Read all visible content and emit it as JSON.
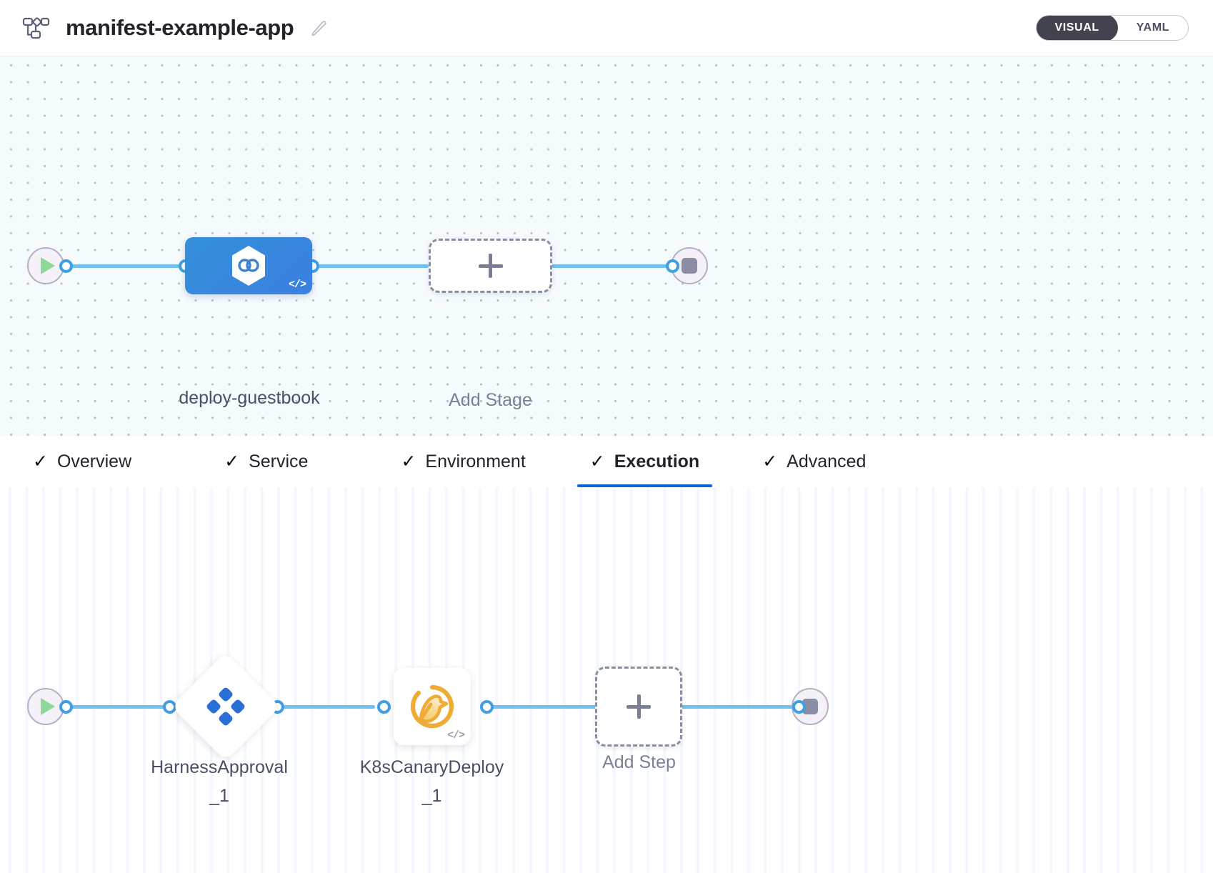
{
  "header": {
    "pipeline_icon": "pipeline-flow-icon",
    "title": "manifest-example-app",
    "edit_icon": "pencil-edit-icon",
    "mode_toggle": {
      "visual_label": "VISUAL",
      "yaml_label": "YAML",
      "selected": "VISUAL",
      "active_bg": "#43434f",
      "active_fg": "#ffffff"
    }
  },
  "stage_graph": {
    "start_node": {
      "name": "start-node",
      "icon": "play-icon"
    },
    "end_node": {
      "name": "end-node",
      "icon": "stop-icon"
    },
    "stage": {
      "label": "deploy-guestbook",
      "icon": "harness-cd-hexagon-icon",
      "badge": "</>",
      "color": "#3b82d4"
    },
    "add_stage": {
      "label": "Add Stage",
      "icon": "plus-icon"
    },
    "edge_color": "#6fc1f0"
  },
  "tabs": [
    {
      "label": "Overview",
      "check": "✓",
      "active": false
    },
    {
      "label": "Service",
      "check": "✓",
      "active": false
    },
    {
      "label": "Environment",
      "check": "✓",
      "active": false
    },
    {
      "label": "Execution",
      "check": "✓",
      "active": true
    },
    {
      "label": "Advanced",
      "check": "✓",
      "active": false
    }
  ],
  "tabs_active_underline": "#0b65d8",
  "step_graph": {
    "start_node": {
      "name": "start-node",
      "icon": "play-icon"
    },
    "end_node": {
      "name": "end-node",
      "icon": "stop-icon"
    },
    "steps": [
      {
        "label": "HarnessApproval_1",
        "shape": "diamond",
        "icon": "harness-approval-icon",
        "color": "#2a6fd6",
        "badge": ""
      },
      {
        "label": "K8sCanaryDeploy_1",
        "shape": "square",
        "icon": "canary-bird-icon",
        "color": "#efab36",
        "badge": "</>"
      }
    ],
    "add_step": {
      "label": "Add Step",
      "icon": "plus-icon"
    },
    "edge_color": "#6fc1f0"
  }
}
